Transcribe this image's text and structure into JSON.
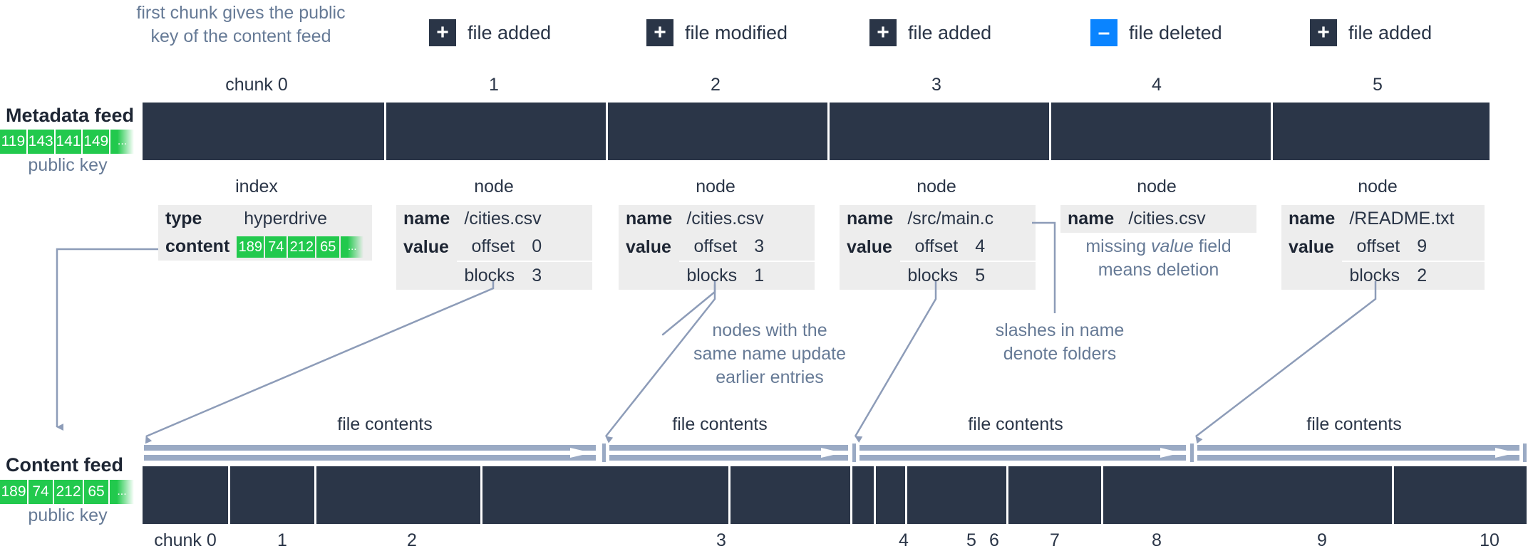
{
  "annotations": {
    "first_chunk": "first chunk gives the public\nkey of the content feed",
    "same_name": "nodes with the\nsame name update\nearlier entries",
    "slashes": "slashes in name\ndenote folders",
    "missing_value_1": "missing ",
    "missing_value_em": "value",
    "missing_value_2": " field",
    "missing_value_3": "means deletion"
  },
  "legend": [
    {
      "icon": "plus-icon",
      "glyph": "+",
      "kind": "add",
      "label": "file added"
    },
    {
      "icon": "plus-icon",
      "glyph": "+",
      "kind": "add",
      "label": "file modified"
    },
    {
      "icon": "plus-icon",
      "glyph": "+",
      "kind": "add",
      "label": "file added"
    },
    {
      "icon": "minus-icon",
      "glyph": "–",
      "kind": "del",
      "label": "file deleted"
    },
    {
      "icon": "plus-icon",
      "glyph": "+",
      "kind": "add",
      "label": "file added"
    }
  ],
  "metadata_feed": {
    "title": "Metadata feed",
    "public_key_caption": "public key",
    "public_key_bytes": [
      "119",
      "143",
      "141",
      "149"
    ],
    "ellipsis": "...",
    "chunk_labels": [
      "chunk 0",
      "1",
      "2",
      "3",
      "4",
      "5"
    ]
  },
  "content_feed": {
    "title": "Content feed",
    "public_key_caption": "public key",
    "public_key_bytes": [
      "189",
      "74",
      "212",
      "65"
    ],
    "ellipsis": "...",
    "chunk_labels": [
      "chunk 0",
      "1",
      "2",
      "3",
      "4",
      "5",
      "6",
      "7",
      "8",
      "9",
      "10"
    ],
    "span_label": "file contents"
  },
  "index": {
    "title": "index",
    "rows": [
      {
        "key": "type",
        "value": "hyperdrive"
      },
      {
        "key": "content",
        "bytes": [
          "189",
          "74",
          "212",
          "65"
        ],
        "ellipsis": "..."
      }
    ]
  },
  "nodes": [
    {
      "title": "node",
      "name_key": "name",
      "name_value": "/cities.csv",
      "value_key": "value",
      "offset_key": "offset",
      "offset_value": "0",
      "blocks_key": "blocks",
      "blocks_value": "3"
    },
    {
      "title": "node",
      "name_key": "name",
      "name_value": "/cities.csv",
      "value_key": "value",
      "offset_key": "offset",
      "offset_value": "3",
      "blocks_key": "blocks",
      "blocks_value": "1"
    },
    {
      "title": "node",
      "name_key": "name",
      "name_value": "/src/main.c",
      "value_key": "value",
      "offset_key": "offset",
      "offset_value": "4",
      "blocks_key": "blocks",
      "blocks_value": "5"
    },
    {
      "title": "node",
      "name_key": "name",
      "name_value": "/cities.csv",
      "value_key": "",
      "offset_key": "",
      "offset_value": "",
      "blocks_key": "",
      "blocks_value": ""
    },
    {
      "title": "node",
      "name_key": "name",
      "name_value": "/README.txt",
      "value_key": "value",
      "offset_key": "offset",
      "offset_value": "9",
      "blocks_key": "blocks",
      "blocks_value": "2"
    }
  ],
  "colors": {
    "dark": "#2b3648",
    "green": "#22c94d",
    "blue": "#0a84ff",
    "slate": "#667a96",
    "connector": "#8d9cb8",
    "table_bg": "#ededed"
  }
}
